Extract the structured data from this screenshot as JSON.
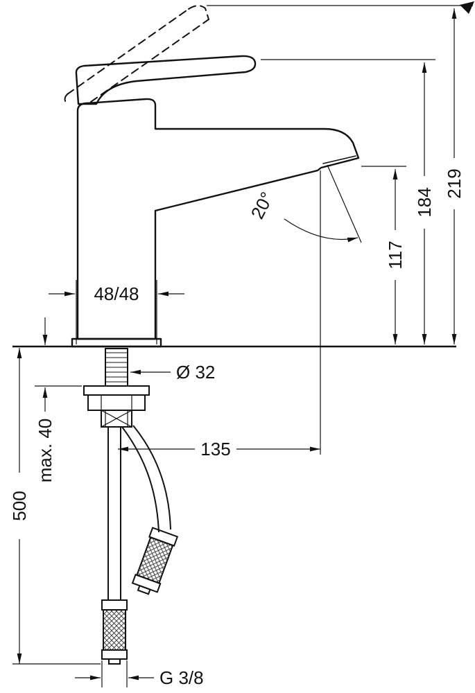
{
  "page": {
    "background": "#ffffff",
    "line_color": "#111111"
  },
  "drawing": {
    "labels": {
      "total_height": "219",
      "height_to_spout": "184",
      "outlet_height": "117",
      "spout_angle": "20°",
      "base_dimension": "48/48",
      "hole_diameter": "Ø 32",
      "max_mounting_thickness": "max. 40",
      "spout_reach": "135",
      "hose_length": "500",
      "connection_thread": "G 3/8"
    }
  }
}
